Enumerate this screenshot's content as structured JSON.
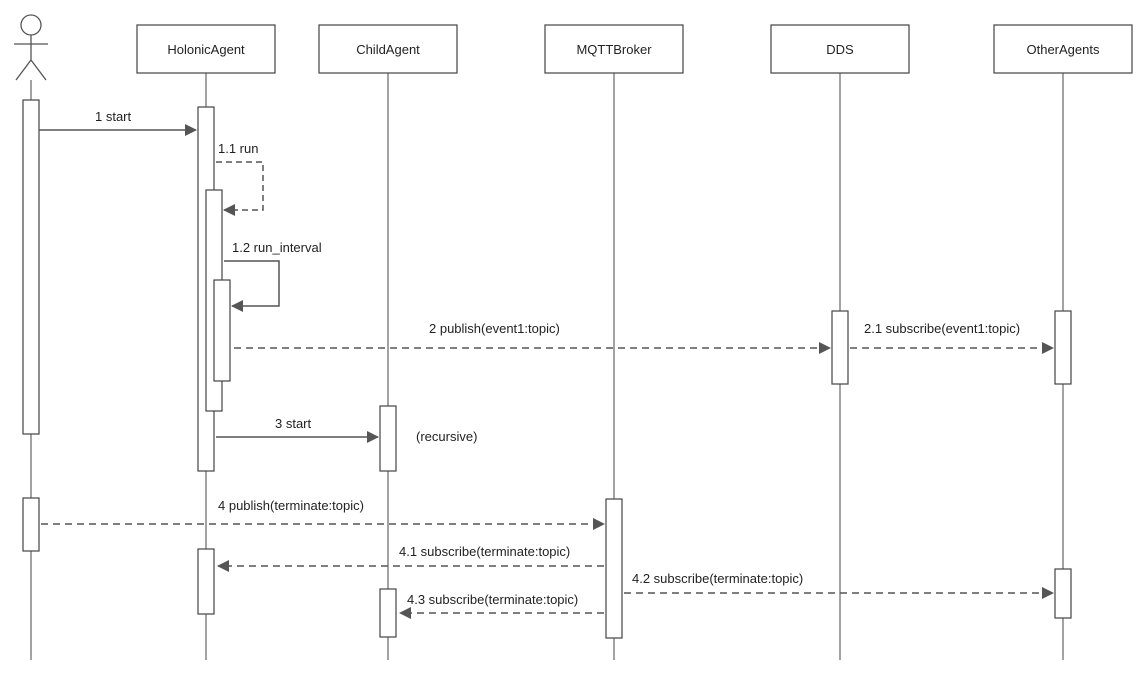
{
  "participants": {
    "holonic": "HolonicAgent",
    "child": "ChildAgent",
    "broker": "MQTTBroker",
    "dds": "DDS",
    "others": "OtherAgents"
  },
  "messages": {
    "m1": "1 start",
    "m1_1": "1.1 run",
    "m1_2": "1.2 run_interval",
    "m2": "2 publish(event1:topic)",
    "m2_1": "2.1 subscribe(event1:topic)",
    "m3": "3 start",
    "m4": "4 publish(terminate:topic)",
    "m4_1": "4.1 subscribe(terminate:topic)",
    "m4_2": "4.2 subscribe(terminate:topic)",
    "m4_3": "4.3 subscribe(terminate:topic)"
  },
  "notes": {
    "recursive": "(recursive)"
  },
  "colors": {
    "line": "#555555",
    "box_stroke": "#444444",
    "box_fill": "#ffffff"
  }
}
